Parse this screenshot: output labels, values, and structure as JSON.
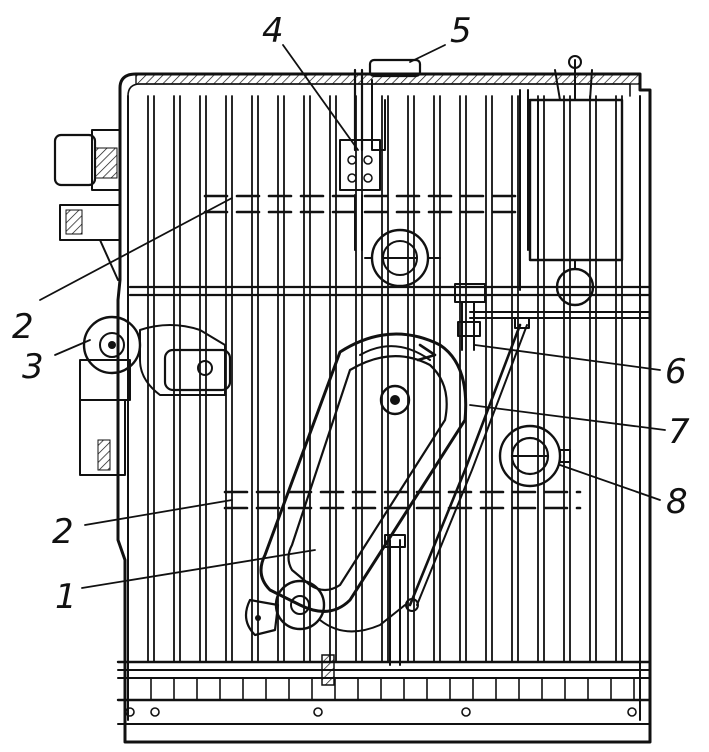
{
  "callouts": [
    {
      "id": "l4",
      "text": "4"
    },
    {
      "id": "l5",
      "text": "5"
    },
    {
      "id": "l2a",
      "text": "2"
    },
    {
      "id": "l3",
      "text": "3"
    },
    {
      "id": "l6",
      "text": "6"
    },
    {
      "id": "l7",
      "text": "7"
    },
    {
      "id": "l8",
      "text": "8"
    },
    {
      "id": "l2b",
      "text": "2"
    },
    {
      "id": "l1",
      "text": "1"
    }
  ],
  "colors": {
    "ink": "#111111",
    "paper": "#ffffff"
  }
}
